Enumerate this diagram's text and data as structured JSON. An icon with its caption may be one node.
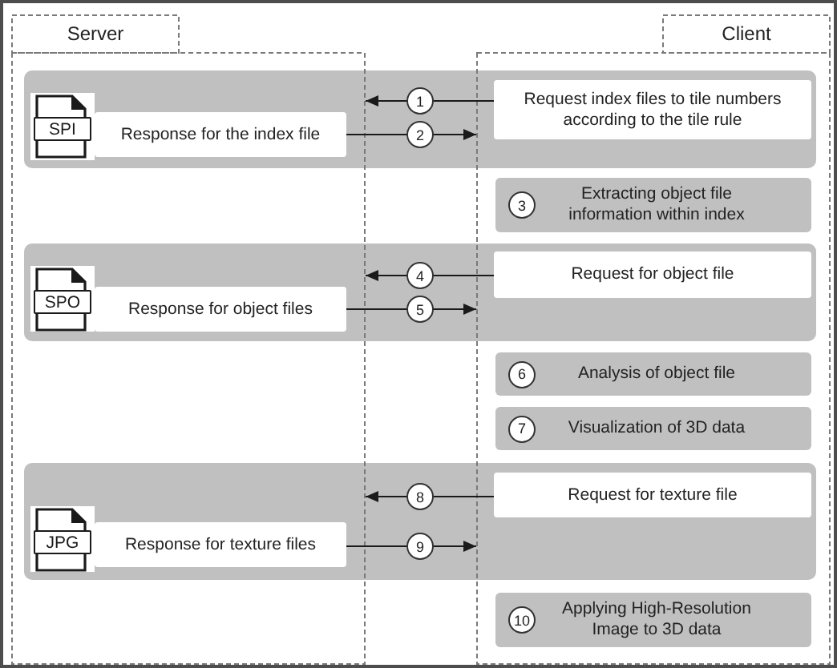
{
  "diagram": {
    "nodes": [
      {
        "text": [
          "Server"
        ]
      },
      {
        "text": [
          "Client"
        ]
      },
      {
        "text": [
          "SPI"
        ],
        "in": 0
      },
      {
        "text": [
          "Response for the index file"
        ],
        "in": 0
      },
      {
        "text": [
          "Request index files to tile numbers according to the tile rule"
        ],
        "in": 1
      },
      {
        "text": [
          "3",
          "Extracting object file information within index"
        ],
        "in": 1
      },
      {
        "text": [
          "SPO"
        ],
        "in": 0
      },
      {
        "text": [
          "Response for object files"
        ],
        "in": 0
      },
      {
        "text": [
          "Request for object file"
        ],
        "in": 1
      },
      {
        "text": [
          "6",
          "Analysis of object file"
        ],
        "in": 1
      },
      {
        "text": [
          "7",
          "Visualization of 3D data"
        ],
        "in": 1
      },
      {
        "text": [
          "JPG"
        ],
        "in": 0
      },
      {
        "text": [
          "Response for texture files"
        ],
        "in": 0
      },
      {
        "text": [
          "Request for texture file"
        ],
        "in": 1
      },
      {
        "text": [
          "10",
          "Applying High-Resolution Image to 3D data"
        ],
        "in": 1
      }
    ],
    "edges": [
      {
        "from": 4,
        "to": 0,
        "arrow": "to",
        "label": "1"
      },
      {
        "from": 3,
        "to": 1,
        "arrow": "to",
        "label": "2"
      },
      {
        "from": 8,
        "to": 0,
        "arrow": "to",
        "label": "4"
      },
      {
        "from": 7,
        "to": 1,
        "arrow": "to",
        "label": "5"
      },
      {
        "from": 13,
        "to": 0,
        "arrow": "to",
        "label": "8"
      },
      {
        "from": 12,
        "to": 1,
        "arrow": "to",
        "label": "9"
      }
    ]
  }
}
